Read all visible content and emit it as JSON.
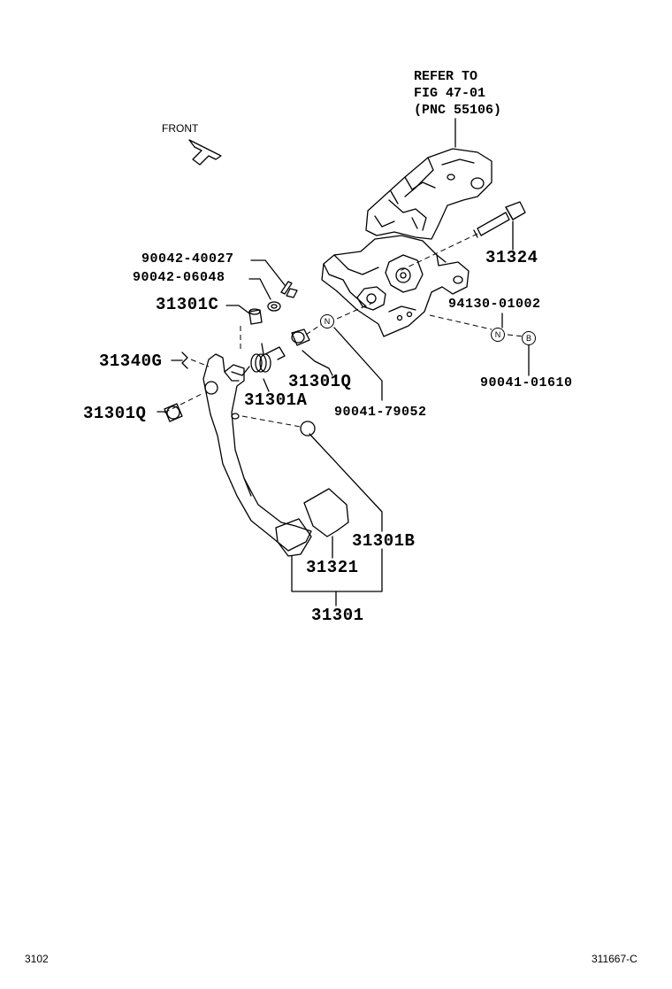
{
  "refer": {
    "line1": "REFER TO",
    "line2": "FIG 47-01",
    "line3": "(PNC 55106)"
  },
  "front_label": "FRONT",
  "parts": {
    "p31324": "31324",
    "p90042_40027": "90042-40027",
    "p90042_06048": "90042-06048",
    "p31301C": "31301C",
    "p94130_01002": "94130-01002",
    "p31340G": "31340G",
    "p31301Q_right": "31301Q",
    "p90041_01610": "90041-01610",
    "p31301A": "31301A",
    "p90041_79052": "90041-79052",
    "p31301Q_left": "31301Q",
    "p31301B": "31301B",
    "p31321": "31321",
    "p31301": "31301"
  },
  "markers": {
    "n_left": "N",
    "n_right": "N",
    "b_right": "B"
  },
  "footer": {
    "left": "3102",
    "right": "311667-C"
  }
}
